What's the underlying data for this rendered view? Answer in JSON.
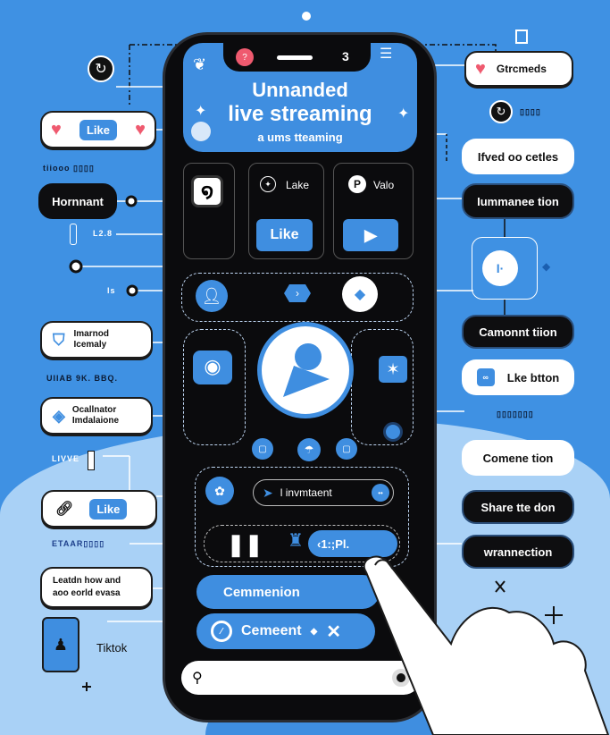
{
  "screen": {
    "status_count": "3",
    "title_line1": "Unnanded",
    "title_line2": "live streaming",
    "subtitle": "a ums tteaming"
  },
  "grid": {
    "card2_label": "Lake",
    "like_button": "Like",
    "card3_label": "Valo"
  },
  "feed": {
    "pill_text": "l invmtaent",
    "player_text": "‹1:;Pl.",
    "comment_button_1": "Cemmenion",
    "comment_button_2": "Cemeent"
  },
  "left": {
    "like_chip": "Like",
    "text_1": "tiiooo ▯▯▯▯",
    "hornnant": "Hornnant",
    "text_2": "L2.8",
    "text_3": "ls",
    "imarnod_line1": "Imarnod",
    "imarnod_line2": "Icemaly",
    "text_4": "UIIAB 9K. BBQ.",
    "ocall_line1": "Ocallnator",
    "ocall_line2": "Imdalaione",
    "text_5": "LIVVE",
    "like_chip_2": "Like",
    "text_6": "ETAAR▯▯▯▯",
    "leatdn_line1": "Leatdn how and",
    "leatdn_line2": "aoo eorld evasa",
    "tiktok": "Tiktok"
  },
  "right": {
    "gtrcmeds": "Gtrcmeds",
    "text_1": "▯▯▯▯",
    "lived": "Ifved oo cetles",
    "lummanee": "Iummanee tion",
    "camonnt": "Camonnt tiion",
    "like_button": "Lke btton",
    "text_2": "▯▯▯▯▯▯▯",
    "comene": "Comene tion",
    "share": "Share tte don",
    "wrannection": "wrannection"
  },
  "colors": {
    "accent": "#3f8ee0",
    "background": "#3f91e3",
    "heart": "#ef5a6f"
  }
}
